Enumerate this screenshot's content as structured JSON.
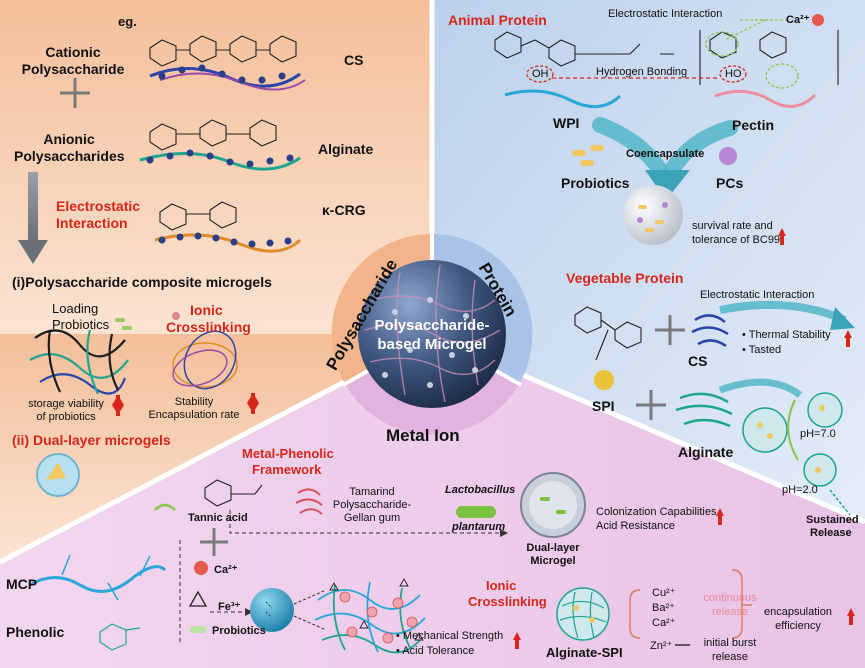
{
  "center": {
    "title_line1": "Polysaccharide-",
    "title_line2": "based Microgel"
  },
  "ring": {
    "left": "Polysaccharide",
    "right": "Protein",
    "bottom": "Metal Ion"
  },
  "polysaccharide": {
    "eg": "eg.",
    "cationic_line1": "Cationic",
    "cationic_line2": "Polysaccharide",
    "anionic_line1": "Anionic",
    "anionic_line2": "Polysaccharides",
    "cs": "CS",
    "alginate": "Alginate",
    "kcrg": "κ-CRG",
    "electrostatic_line1": "Electrostatic",
    "electrostatic_line2": "Interaction",
    "composite": "(i)Polysaccharide composite microgels",
    "loading_line1": "Loading",
    "loading_line2": "Probiotics",
    "ionic_line1": "Ionic",
    "ionic_line2": "Crosslinking",
    "storage_line1": "storage viability",
    "storage_line2": "of probiotics",
    "stability_line1": "Stability",
    "stability_line2": "Encapsulation rate",
    "dual_layer": "(ii) Dual-layer microgels"
  },
  "protein": {
    "animal": "Animal Protein",
    "electrostatic": "Electrostatic Interaction",
    "ca": "Ca²⁺",
    "hbond": "Hydrogen Bonding",
    "oh_left": "OH",
    "oh_right": "HO",
    "wpi": "WPI",
    "pectin": "Pectin",
    "coencapsulate": "Coencapsulate",
    "probiotics": "Probiotics",
    "pcs": "PCs",
    "survival_line1": "survival rate and",
    "survival_line2": "tolerance of BC99",
    "vegetable": "Vegetable Protein",
    "veg_electrostatic": "Electrostatic Interaction",
    "thermal": "Thermal Stability",
    "tasted": "Tasted",
    "cs": "CS",
    "spi": "SPI",
    "alginate": "Alginate",
    "ph7": "pH=7.0",
    "ph2": "pH=2.0",
    "sustained_line1": "Sustained",
    "sustained_line2": "Release"
  },
  "metal": {
    "mpf_line1": "Metal-Phenolic",
    "mpf_line2": "Framework",
    "tannic": "Tannic acid",
    "ca": "Ca²⁺",
    "tamarind_line1": "Tamarind",
    "tamarind_line2": "Polysaccharide-",
    "tamarind_line3": "Gellan gum",
    "lacto_line1": "Lactobacillus",
    "lacto_line2": "plantarum",
    "colonization": "Colonization Capabilities",
    "acid_resistance": "Acid Resistance",
    "dual_line1": "Dual-layer",
    "dual_line2": "Microgel",
    "mcp": "MCP",
    "phenolic": "Phenolic",
    "fe": "Fe³⁺",
    "probiotics": "Probiotics",
    "mech_strength": "Mechanical Strength",
    "acid_tolerance": "Acid Tolerance",
    "ionic_line1": "Ionic",
    "ionic_line2": "Crosslinking",
    "alginate_spi": "Alginate-SPI",
    "cu": "Cu²⁺",
    "ba": "Ba²⁺",
    "ca2": "Ca²⁺",
    "zn": "Zn²⁺",
    "continuous_line1": "continuous",
    "continuous_line2": "release",
    "burst_line1": "initial burst",
    "burst_line2": "release",
    "enc_line1": "encapsulation",
    "enc_line2": "efficiency"
  },
  "colors": {
    "red_accent": "#d9261c",
    "poly_bg": "#f6c8a6",
    "protein_bg": "#c9d9ef",
    "metal_bg": "#edc7e8",
    "ring_poly": "#f2b48a",
    "ring_protein": "#a9c3e6",
    "ring_metal": "#e2b3df",
    "sphere": "#3a4f74"
  }
}
